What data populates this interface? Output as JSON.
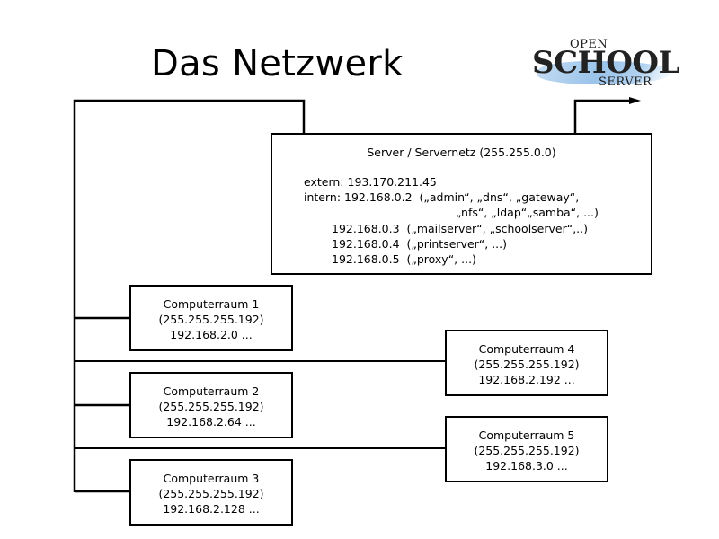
{
  "title": "Das Netzwerk",
  "logo": {
    "open": "OPEN",
    "school": "SCHOOL",
    "server": "SERVER"
  },
  "server": {
    "header": "Server / Servernetz (255.255.0.0)",
    "lines": [
      "extern: 193.170.211.45",
      "intern: 192.168.0.2  („admin“, „dns“, „gateway“,",
      "„nfs“, „ldap“„samba“, ...)",
      "192.168.0.3  („mailserver“, „schoolserver“,..)",
      "192.168.0.4  („printserver“, ...)",
      "192.168.0.5  („proxy“, ...)"
    ]
  },
  "rooms": [
    {
      "name": "Computerraum 1",
      "mask": "(255.255.255.192)",
      "net": "192.168.2.0 ..."
    },
    {
      "name": "Computerraum 2",
      "mask": "(255.255.255.192)",
      "net": "192.168.2.64 ..."
    },
    {
      "name": "Computerraum 3",
      "mask": "(255.255.255.192)",
      "net": "192.168.2.128 ..."
    },
    {
      "name": "Computerraum 4",
      "mask": "(255.255.255.192)",
      "net": "192.168.2.192 ..."
    },
    {
      "name": "Computerraum 5",
      "mask": "(255.255.255.192)",
      "net": "192.168.3.0 ..."
    }
  ]
}
